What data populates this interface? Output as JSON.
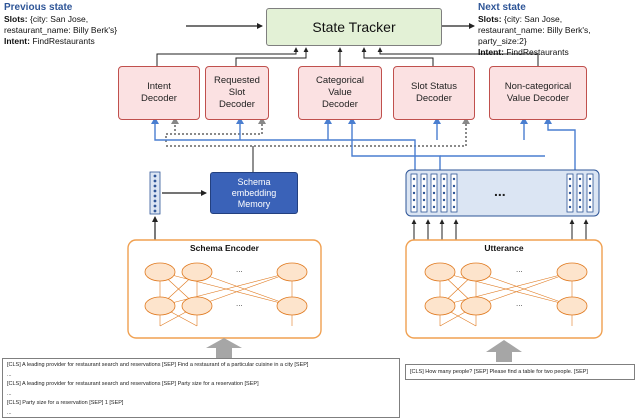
{
  "previous_state": {
    "title": "Previous state",
    "slots_label": "Slots:",
    "slots_line1": " {city: San Jose,",
    "slots_line2": "restaurant_name: Billy Berk's}",
    "intent_label": "Intent:",
    "intent_value": " FindRestaurants"
  },
  "next_state": {
    "title": "Next state",
    "slots_label": "Slots:",
    "slots_line1": " {city: San Jose,",
    "slots_line2": "restaurant_name: Billy Berk's,",
    "slots_line3": "party_size:2}",
    "intent_label": "Intent:",
    "intent_value": " FindRestaurants"
  },
  "state_tracker": {
    "label": "State Tracker"
  },
  "decoders": [
    {
      "line1": "Intent",
      "line2": "Decoder"
    },
    {
      "line1": "Requested",
      "line2": "Slot",
      "line3": "Decoder"
    },
    {
      "line1": "Categorical",
      "line2": "Value",
      "line3": "Decoder"
    },
    {
      "line1": "Slot Status",
      "line2": "Decoder"
    },
    {
      "line1": "Non-categorical",
      "line2": "Value Decoder"
    }
  ],
  "memory": {
    "line1": "Schema",
    "line2": "embedding",
    "line3": "Memory"
  },
  "schema_encoder": {
    "title": "Schema Encoder",
    "ellipsis": "..."
  },
  "utterance_encoder": {
    "title": "Utterance",
    "ellipsis": "..."
  },
  "utterance_embedding": {
    "ellipsis": "..."
  },
  "schema_input": {
    "lines": [
      "[CLS] A leading provider for restaurant search and reservations [SEP] Find a restaurant of a particular cuisine in a city [SEP]",
      "...",
      "[CLS] A leading provider for restaurant search and reservations [SEP] Party size for a reservation [SEP]",
      "...",
      "[CLS] Party size for a reservation [SEP] 1 [SEP]",
      "..."
    ]
  },
  "utterance_input": {
    "text": "[CLS] How many people? [SEP] Please find a table for two people. [SEP]"
  },
  "colors": {
    "decoder_fill": "#fbe1e2",
    "decoder_border": "#c0504d",
    "tracker_fill": "#e3f1d6",
    "memory_fill": "#3a62b8",
    "encoder_border": "#f0a050",
    "node_fill": "#fde4cc",
    "arrow_blue": "#4a7ed0",
    "embedding_fill": "#dbe5f3"
  }
}
